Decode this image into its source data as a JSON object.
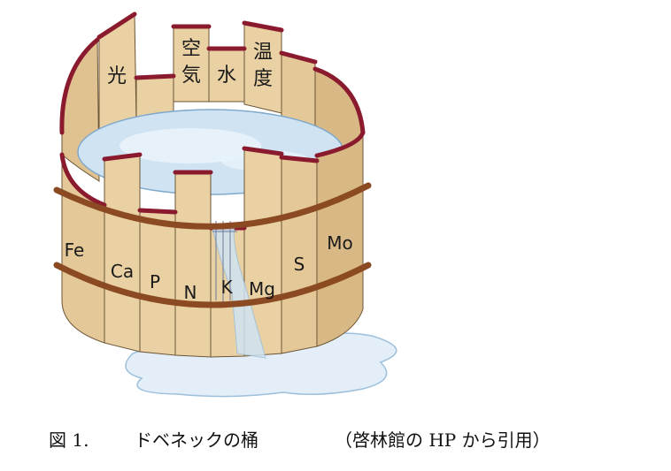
{
  "barrel": {
    "staves": [
      {
        "id": "light",
        "label": "光"
      },
      {
        "id": "air",
        "label": "空気"
      },
      {
        "id": "water",
        "label": "水"
      },
      {
        "id": "temperature",
        "label": "温度"
      },
      {
        "id": "fe",
        "label": "Fe"
      },
      {
        "id": "ca",
        "label": "Ca"
      },
      {
        "id": "p",
        "label": "P"
      },
      {
        "id": "n",
        "label": "N"
      },
      {
        "id": "k",
        "label": "K"
      },
      {
        "id": "mg",
        "label": "Mg"
      },
      {
        "id": "s",
        "label": "S"
      },
      {
        "id": "mo",
        "label": "Mo"
      }
    ],
    "colors": {
      "wood": "#ead1a4",
      "wood_dark": "#d8b985",
      "rim": "#8a1a2e",
      "hoop": "#8b4a22",
      "water": "#cfe3f2",
      "water_light": "#e8f2fa"
    }
  },
  "caption": {
    "label": "図 1.",
    "title": "ドベネックの桶",
    "source": "（啓林館の HP から引用）"
  }
}
